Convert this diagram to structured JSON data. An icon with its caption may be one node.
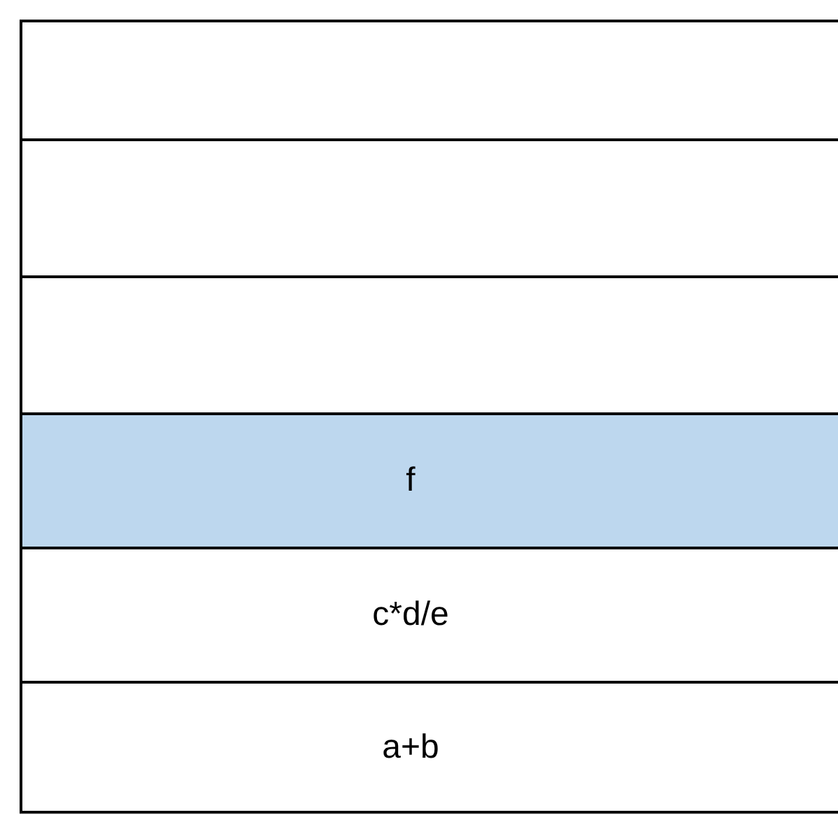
{
  "diagram": {
    "nodes": [
      {
        "text": [],
        "shape": "box"
      },
      {
        "text": [],
        "shape": "box"
      },
      {
        "text": [],
        "shape": "box"
      },
      {
        "text": [
          "f"
        ]
      },
      {
        "text": [
          "c*d/e"
        ]
      },
      {
        "text": [
          "a+b"
        ]
      }
    ]
  }
}
